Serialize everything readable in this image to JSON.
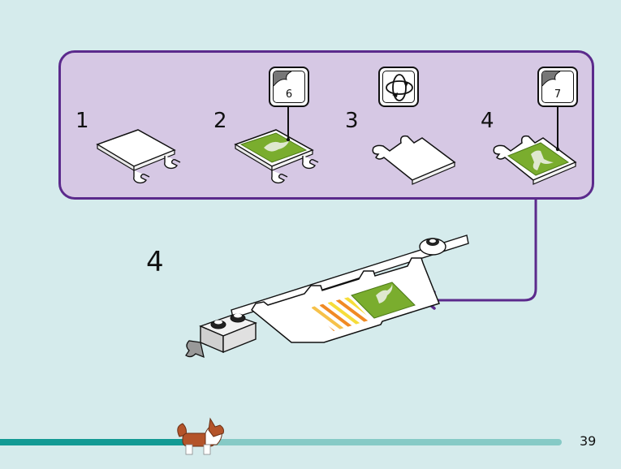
{
  "substeps": [
    {
      "number": "1",
      "description": "plain flag tile"
    },
    {
      "number": "2",
      "description": "apply sticker to flag",
      "callout": {
        "type": "sticker",
        "sticker_number": "6"
      }
    },
    {
      "number": "3",
      "description": "rotate flag",
      "callout": {
        "type": "rotate"
      }
    },
    {
      "number": "4",
      "description": "apply sticker to back",
      "callout": {
        "type": "sticker",
        "sticker_number": "7"
      }
    }
  ],
  "main_step": {
    "number": "4"
  },
  "footer": {
    "page_number": "39",
    "progress_fraction": 0.35
  },
  "colors": {
    "background": "#d5ebec",
    "panel_fill": "#d6c8e4",
    "panel_border": "#5b2a8c",
    "arrow": "#5b2a8c",
    "sticker_green": "#7aad2e",
    "progress_filled": "#129a94",
    "progress_track": "#86cac6"
  }
}
